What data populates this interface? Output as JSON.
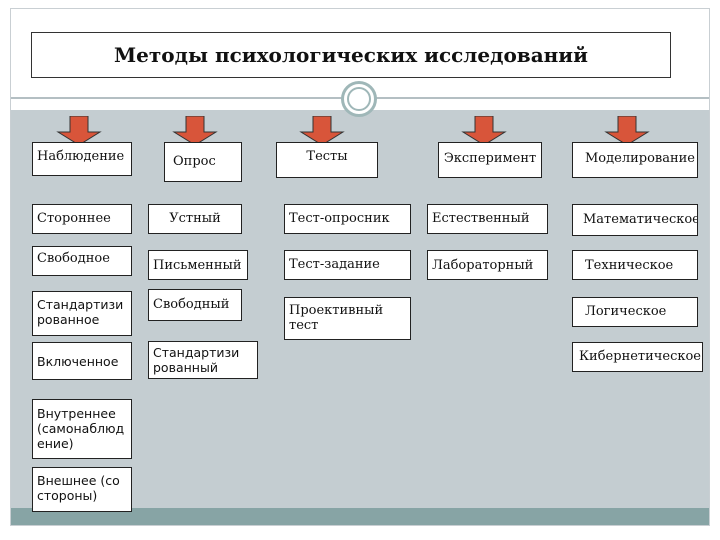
{
  "title": "Методы психологических исследований",
  "colors": {
    "panel": "#c4cdd1",
    "arrow": "#d8553a",
    "bar": "#87a4a5"
  },
  "columns": [
    {
      "header": "Наблюдение",
      "items": [
        "Стороннее",
        "Свободное",
        "Стандартизи рованное",
        "Включенное",
        "Внутреннее (самонаблюд ение)",
        "Внешнее (со стороны)"
      ]
    },
    {
      "header": "Опрос",
      "items": [
        "Устный",
        "Письменный",
        "Свободный",
        "Стандартизи рованный"
      ]
    },
    {
      "header": "Тесты",
      "items": [
        "Тест-опросник",
        "Тест-задание",
        "Проективный тест"
      ]
    },
    {
      "header": "Эксперимент",
      "items": [
        "Естественный",
        "Лабораторный"
      ]
    },
    {
      "header": "Моделирование",
      "items": [
        "Математическое",
        "Техническое",
        "Логическое",
        "Кибернетическое"
      ]
    }
  ]
}
